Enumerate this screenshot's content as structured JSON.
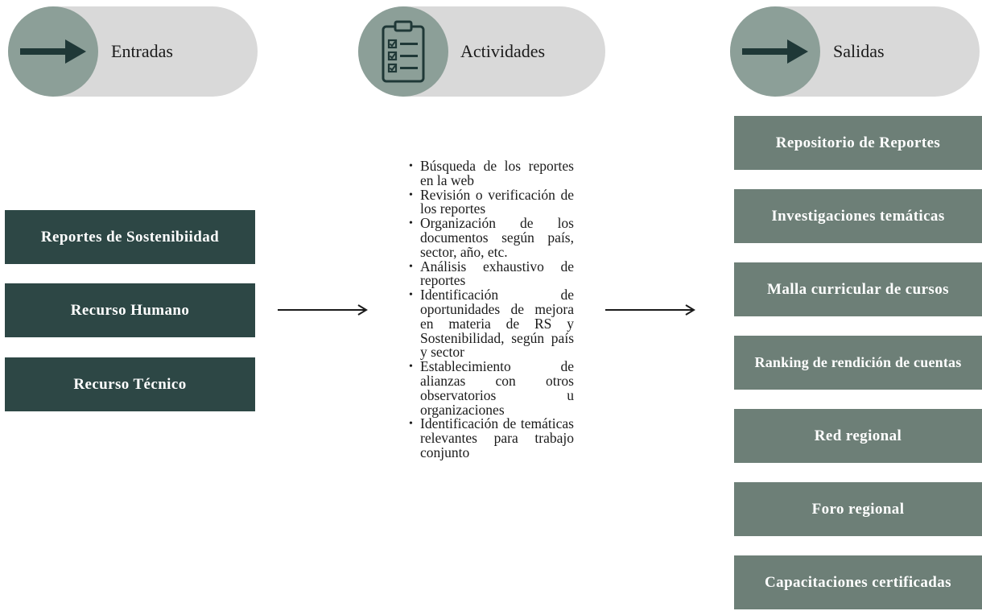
{
  "headers": {
    "inputs": {
      "label": "Entradas",
      "icon": "arrow-right-icon"
    },
    "activities": {
      "label": "Actividades",
      "icon": "clipboard-checklist-icon"
    },
    "outputs": {
      "label": "Salidas",
      "icon": "arrow-right-icon"
    }
  },
  "inputs": [
    "Reportes de Sostenibiidad",
    "Recurso Humano",
    "Recurso Técnico"
  ],
  "activities": [
    "Búsqueda de los reportes en la web",
    "Revisión o verificación de los reportes",
    "Organización de los documentos según país, sector, año, etc.",
    "Análisis exhaustivo de reportes",
    "Identificación de oportunidades de mejora en materia de RS y Sostenibilidad, según país y sector",
    "Establecimiento de alianzas con otros observatorios u organizaciones",
    "Identificación de temáticas relevantes para trabajo conjunto"
  ],
  "outputs": [
    "Repositorio de Reportes",
    "Investigaciones temáticas",
    "Malla curricular de cursos",
    "Ranking de rendición de cuentas",
    "Red regional",
    "Foro regional",
    "Capacitaciones certificadas"
  ],
  "colors": {
    "pill_bg": "#d9d9d9",
    "circle_bg": "#8c9f98",
    "icon": "#1f3837",
    "input_box": "#2d4745",
    "output_box": "#6d7f77"
  }
}
